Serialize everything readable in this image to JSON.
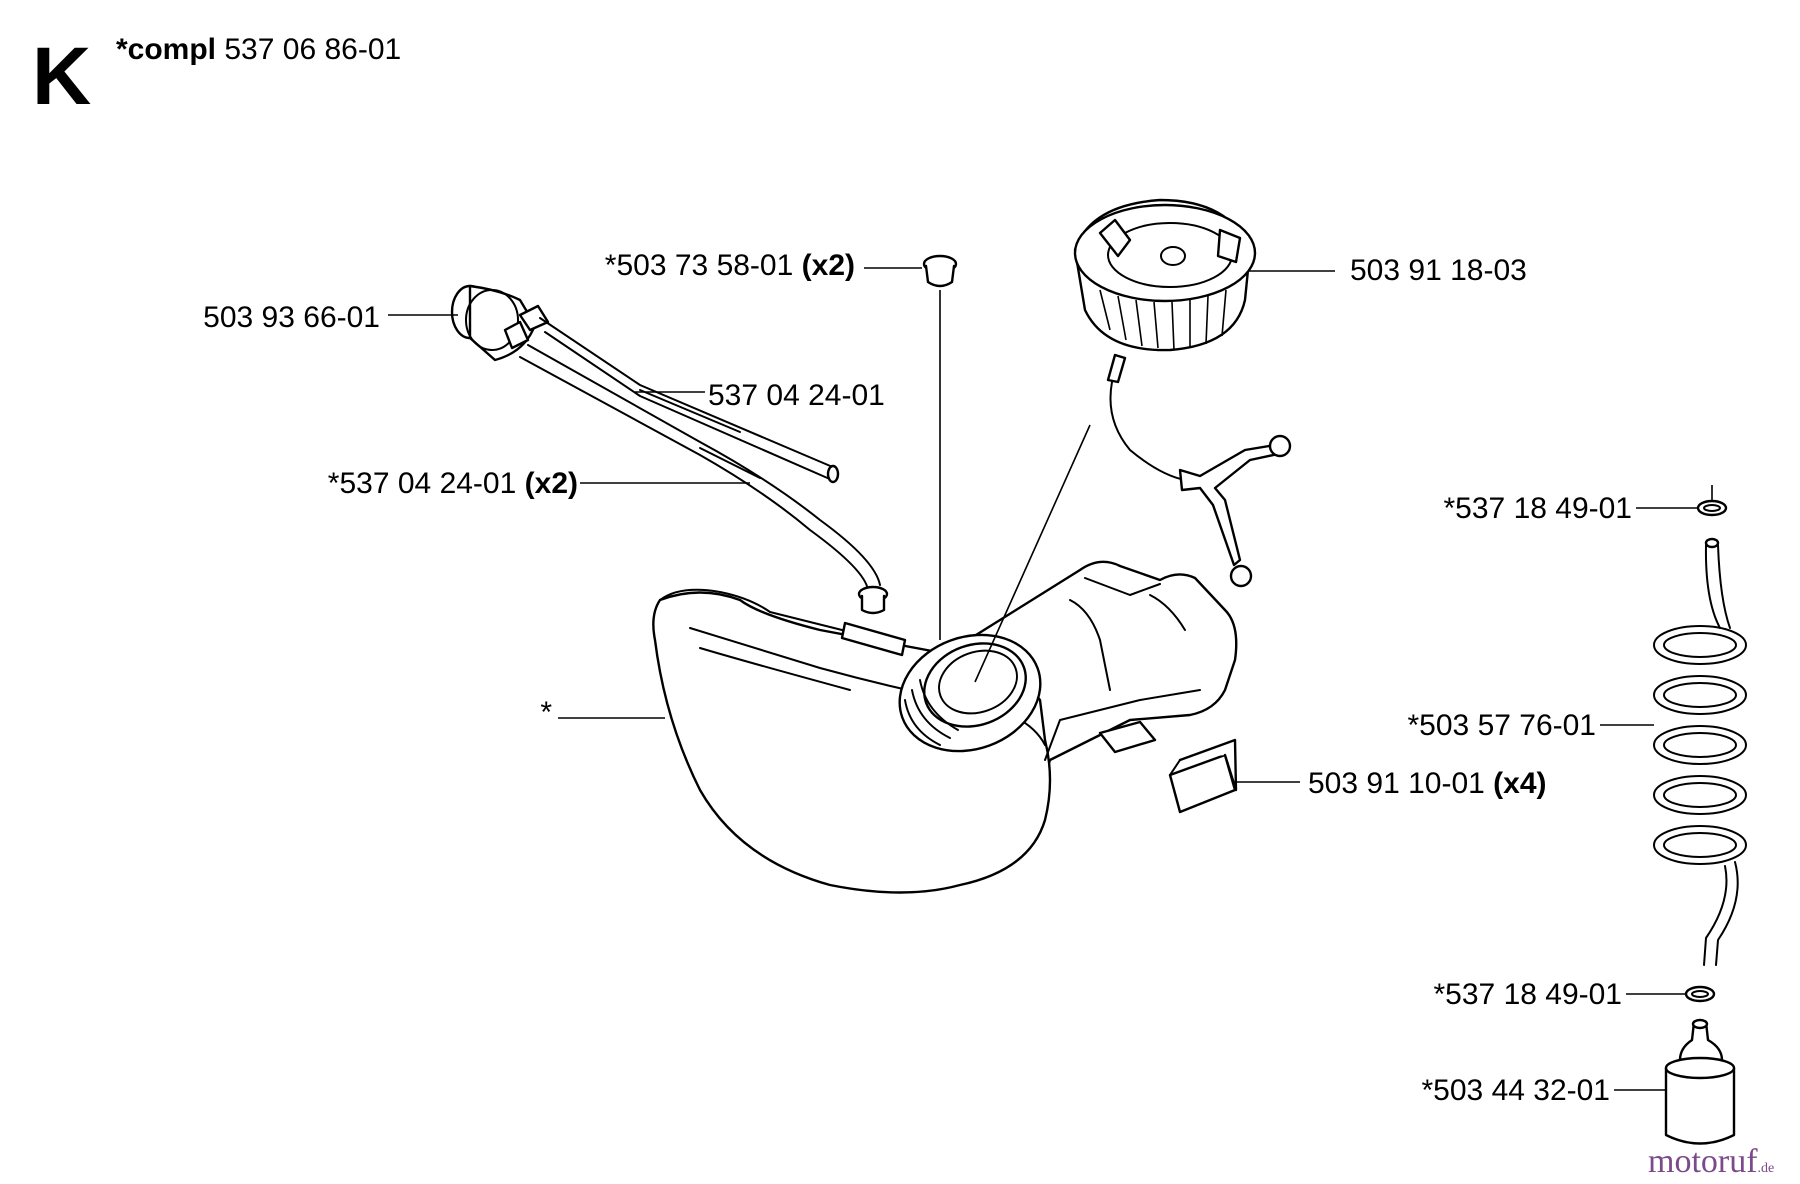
{
  "section": {
    "letter": "K",
    "compl_prefix": "*compl",
    "compl_number": "537 06 86-01"
  },
  "parts": [
    {
      "id": "primer-bulb",
      "number": "503 93 66-01",
      "qty": ""
    },
    {
      "id": "tank-plug",
      "number": "*503 73 58-01",
      "qty": "(x2)"
    },
    {
      "id": "fuel-cap",
      "number": "503 91 18-03",
      "qty": ""
    },
    {
      "id": "fuel-hose-upper",
      "number": "537 04 24-01",
      "qty": ""
    },
    {
      "id": "fuel-hose-lower",
      "number": "*537 04 24-01",
      "qty": "(x2)"
    },
    {
      "id": "fuel-tank",
      "number": "*",
      "qty": ""
    },
    {
      "id": "rubber-mount",
      "number": "503 91 10-01",
      "qty": "(x4)"
    },
    {
      "id": "o-ring-top",
      "number": "*537 18 49-01",
      "qty": ""
    },
    {
      "id": "spiral-hose",
      "number": "*503 57 76-01",
      "qty": ""
    },
    {
      "id": "o-ring-bottom",
      "number": "*537 18 49-01",
      "qty": ""
    },
    {
      "id": "fuel-filter",
      "number": "*503 44 32-01",
      "qty": ""
    }
  ],
  "watermark": {
    "brand": "motoruf",
    "suffix": ".de"
  }
}
